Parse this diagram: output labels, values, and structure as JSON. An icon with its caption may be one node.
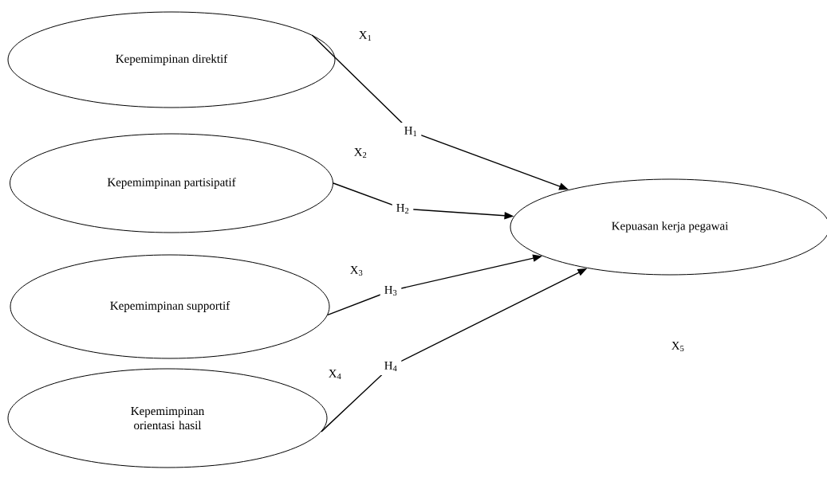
{
  "diagram": {
    "nodes": [
      {
        "text": [
          "Kepemimpinan direktif"
        ],
        "beside": [
          "X$_{1}$"
        ]
      },
      {
        "text": [
          "Kepemimpinan partisipatif"
        ],
        "beside": [
          "X$_{2}$"
        ]
      },
      {
        "text": [
          "Kepemimpinan supportif"
        ],
        "beside": [
          "X$_{3}$"
        ]
      },
      {
        "text": [
          "Kepemimpinan orientasi hasil"
        ],
        "beside": [
          "X$_{4}$"
        ]
      },
      {
        "text": [
          "Kepuasan kerja pegawai"
        ]
      }
    ],
    "labels": [
      "X$_{5}$"
    ],
    "edges": [
      {
        "from": 0,
        "to": 4,
        "arrow": "to",
        "label": "H$_{1}$"
      },
      {
        "from": 1,
        "to": 4,
        "arrow": "to",
        "label": "H$_{2}$"
      },
      {
        "from": 2,
        "to": 4,
        "arrow": "to",
        "label": "H$_{3}$"
      },
      {
        "from": 3,
        "to": 4,
        "arrow": "to",
        "label": "H$_{4}$"
      }
    ]
  }
}
